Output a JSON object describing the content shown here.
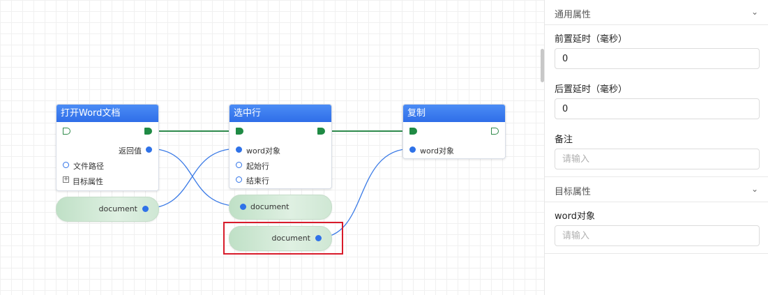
{
  "canvas": {
    "nodes": [
      {
        "title": "打开Word文档",
        "ports": [
          "返回值",
          "文件路径"
        ],
        "expander_label": "目标属性"
      },
      {
        "title": "选中行",
        "ports": [
          "word对象",
          "起始行",
          "结束行"
        ]
      },
      {
        "title": "复制",
        "ports": [
          "word对象"
        ]
      }
    ],
    "pills": [
      "document",
      "document",
      "document"
    ]
  },
  "panel": {
    "general_section": "通用属性",
    "pre_delay_label": "前置延时（毫秒）",
    "pre_delay_value": "0",
    "post_delay_label": "后置延时（毫秒）",
    "post_delay_value": "0",
    "note_label": "备注",
    "note_placeholder": "请输入",
    "target_section": "目标属性",
    "word_object_label": "word对象",
    "word_object_placeholder": "请输入"
  },
  "colors": {
    "node_header": "#2f6ee8",
    "flow_green": "#1f8a44",
    "data_blue": "#2f72e8",
    "selection_red": "#d81b2a",
    "pill_green": "#cfe7d4"
  }
}
